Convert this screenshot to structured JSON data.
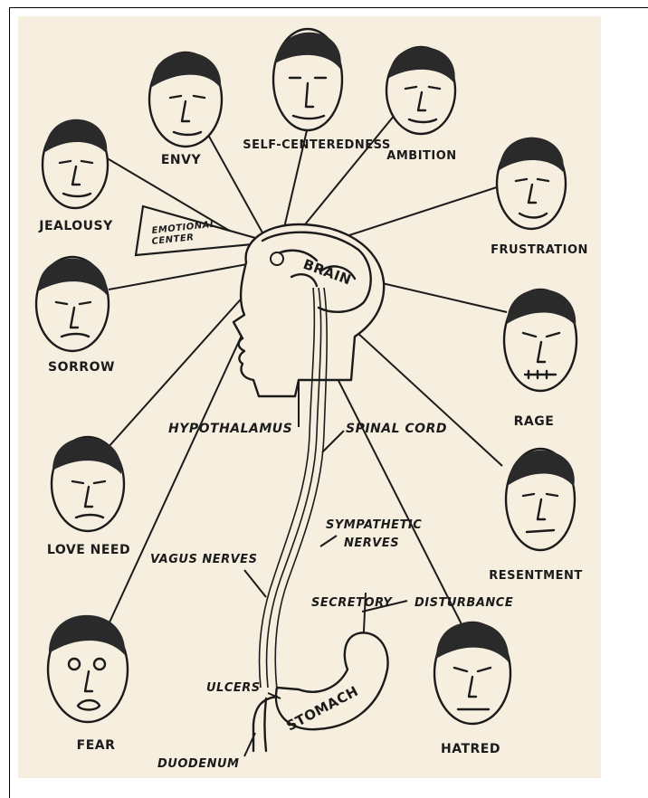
{
  "labels": {
    "envy": "ENVY",
    "self_centeredness": "SELF-CENTEREDNESS",
    "ambition": "AMBITION",
    "jealousy": "JEALOUSY",
    "frustration": "FRUSTRATION",
    "emotional_center_1": "EMOTIONAL",
    "emotional_center_2": "CENTER",
    "brain": "BRAIN",
    "sorrow": "SORROW",
    "rage": "RAGE",
    "hypothalamus": "HYPOTHALAMUS",
    "spinal_cord": "SPINAL CORD",
    "love_need": "LOVE NEED",
    "resentment": "RESENTMENT",
    "sympathetic_1": "SYMPATHETIC",
    "sympathetic_2": "NERVES",
    "vagus_nerves": "VAGUS NERVES",
    "secretory": "SECRETORY",
    "disturbance": "DISTURBANCE",
    "fear": "FEAR",
    "ulcers": "ULCERS",
    "stomach": "STOMACH",
    "hatred": "HATRED",
    "duodenum": "DUODENUM"
  },
  "colors": {
    "paper": "#f6efdf",
    "ink": "#1b1b1b"
  }
}
